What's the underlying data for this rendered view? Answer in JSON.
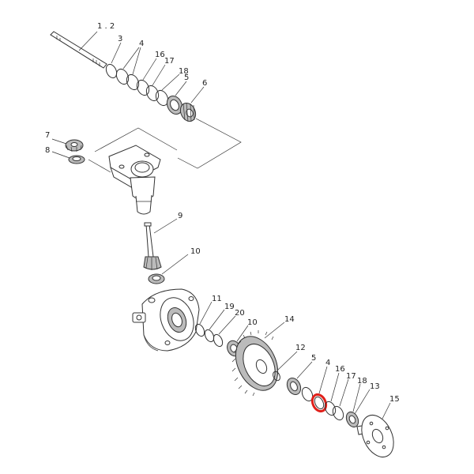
{
  "labels": {
    "l12": "1 . 2",
    "l3a": "3",
    "l4a": "4",
    "l16a": "16",
    "l17a": "17",
    "l18a": "18",
    "l5a": "5",
    "l6": "6",
    "l7": "7",
    "l8": "8",
    "l9": "9",
    "l10a": "10",
    "l11": "11",
    "l19": "19",
    "l20": "20",
    "l10b": "10",
    "l14": "14",
    "l12b": "12",
    "l5b": "5",
    "l4b": "4",
    "l16b": "16",
    "l17b": "17",
    "l18b": "18",
    "l13": "13",
    "l15": "15"
  },
  "highlight_color": "#e0201a"
}
